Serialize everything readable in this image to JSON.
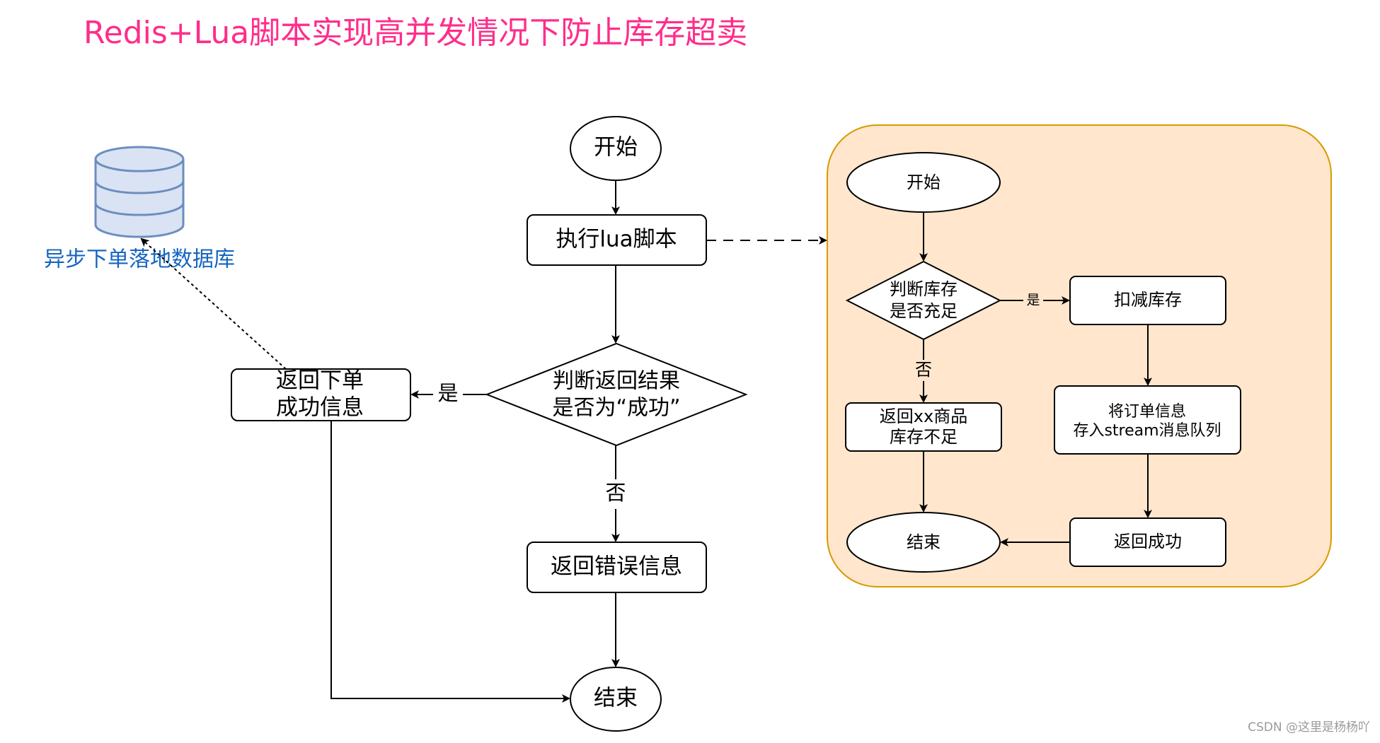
{
  "title": "Redis+Lua脚本实现高并发情况下防止库存超卖",
  "watermark": "CSDN @这里是杨杨吖",
  "database_label": "异步下单落地数据库",
  "main_flow": {
    "start": "开始",
    "exec_lua": "执行lua脚本",
    "decision_line1": "判断返回结果",
    "decision_line2": "是否为“成功”",
    "yes": "是",
    "no": "否",
    "success_line1": "返回下单",
    "success_line2": "成功信息",
    "error": "返回错误信息",
    "end": "结束"
  },
  "lua_flow": {
    "start": "开始",
    "decision_line1": "判断库存",
    "decision_line2": "是否充足",
    "yes": "是",
    "no": "否",
    "deduct": "扣减库存",
    "store_line1": "将订单信息",
    "store_line2": "存入stream消息队列",
    "fail_line1": "返回xx商品",
    "fail_line2": "库存不足",
    "return_success": "返回成功",
    "end": "结束"
  },
  "colors": {
    "title": "#ff2d8a",
    "db_label": "#1565c0",
    "db_fill": "#dae3f3",
    "db_stroke": "#6c8ebf",
    "panel_fill": "#ffe6cc",
    "panel_stroke": "#d79b00"
  }
}
